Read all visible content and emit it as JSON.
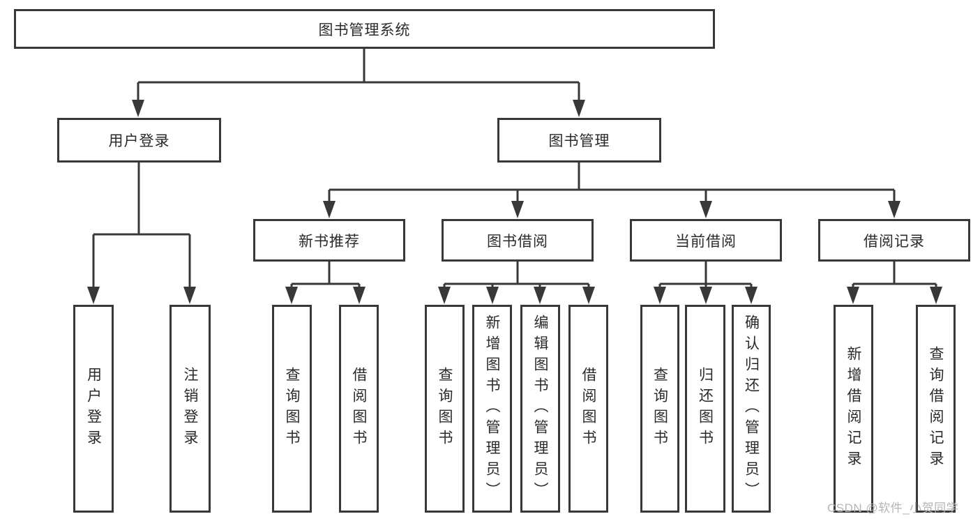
{
  "diagram_title": "图书管理系统",
  "nodes": {
    "root": {
      "label": "图书管理系统"
    },
    "level2": [
      {
        "label": "用户登录",
        "parent": "图书管理系统"
      },
      {
        "label": "图书管理",
        "parent": "图书管理系统"
      }
    ],
    "level3": [
      {
        "label": "新书推荐",
        "parent": "图书管理"
      },
      {
        "label": "图书借阅",
        "parent": "图书管理"
      },
      {
        "label": "当前借阅",
        "parent": "图书管理"
      },
      {
        "label": "借阅记录",
        "parent": "图书管理"
      }
    ],
    "leaves": [
      {
        "label": "用户登录",
        "parent": "用户登录"
      },
      {
        "label": "注销登录",
        "parent": "用户登录"
      },
      {
        "label": "查询图书",
        "parent": "新书推荐"
      },
      {
        "label": "借阅图书",
        "parent": "新书推荐"
      },
      {
        "label": "查询图书",
        "parent": "图书借阅"
      },
      {
        "label": "新增图书（管理员）",
        "parent": "图书借阅"
      },
      {
        "label": "编辑图书（管理员）",
        "parent": "图书借阅"
      },
      {
        "label": "借阅图书",
        "parent": "图书借阅"
      },
      {
        "label": "查询图书",
        "parent": "当前借阅"
      },
      {
        "label": "归还图书",
        "parent": "当前借阅"
      },
      {
        "label": "确认归还（管理员）",
        "parent": "当前借阅"
      },
      {
        "label": "新增借阅记录",
        "parent": "借阅记录"
      },
      {
        "label": "查询借阅记录",
        "parent": "借阅记录"
      }
    ]
  },
  "watermark": {
    "text": "CSDN @软件_小贺同学"
  },
  "colors": {
    "line": "#383838",
    "text": "#2a2a2a",
    "watermark": "#b5b5b5",
    "background": "#ffffff"
  }
}
